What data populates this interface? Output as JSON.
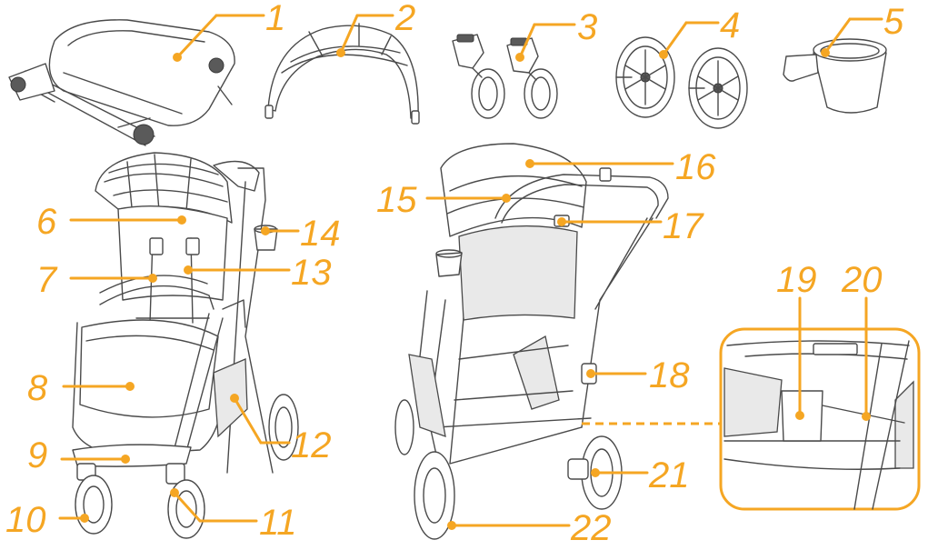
{
  "colors": {
    "accent": "#f5a623",
    "line_art": "#4a4a4a"
  },
  "callouts": [
    {
      "id": "1",
      "label": "1",
      "part": "folded-stroller-frame"
    },
    {
      "id": "2",
      "label": "2",
      "part": "canopy"
    },
    {
      "id": "3",
      "label": "3",
      "part": "front-swivel-wheels"
    },
    {
      "id": "4",
      "label": "4",
      "part": "rear-wheels"
    },
    {
      "id": "5",
      "label": "5",
      "part": "cup-holder-accessory"
    },
    {
      "id": "6",
      "label": "6",
      "part": "seat-canopy"
    },
    {
      "id": "7",
      "label": "7",
      "part": "bumper-bar"
    },
    {
      "id": "8",
      "label": "8",
      "part": "footmuff"
    },
    {
      "id": "9",
      "label": "9",
      "part": "footrest"
    },
    {
      "id": "10",
      "label": "10",
      "part": "front-wheel"
    },
    {
      "id": "11",
      "label": "11",
      "part": "swivel-lock"
    },
    {
      "id": "12",
      "label": "12",
      "part": "storage-basket"
    },
    {
      "id": "13",
      "label": "13",
      "part": "harness"
    },
    {
      "id": "14",
      "label": "14",
      "part": "cup-holder"
    },
    {
      "id": "15",
      "label": "15",
      "part": "rear-canopy"
    },
    {
      "id": "16",
      "label": "16",
      "part": "handlebar"
    },
    {
      "id": "17",
      "label": "17",
      "part": "recline-handle"
    },
    {
      "id": "18",
      "label": "18",
      "part": "fold-release"
    },
    {
      "id": "19",
      "label": "19",
      "part": "basket-pocket"
    },
    {
      "id": "20",
      "label": "20",
      "part": "basket-zip"
    },
    {
      "id": "21",
      "label": "21",
      "part": "brake"
    },
    {
      "id": "22",
      "label": "22",
      "part": "rear-wheel"
    }
  ]
}
